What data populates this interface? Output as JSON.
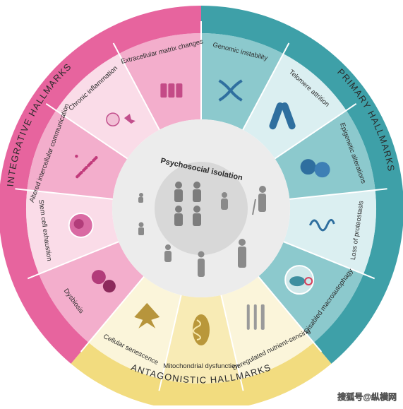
{
  "figure": {
    "center_title": "Psychosocial isolation",
    "watermark": "搜狐号@纵横网",
    "colors": {
      "integrative": "#e7649e",
      "primary": "#3ea0a8",
      "antagonistic": "#f2dc7f",
      "center": "#d8d8d8",
      "inner_ring": "#ececec"
    },
    "groups": [
      {
        "id": "primary",
        "title": "PRIMARY HALLMARKS"
      },
      {
        "id": "antagonistic",
        "title": "ANTAGONISTIC HALLMARKS"
      },
      {
        "id": "integrative",
        "title": "INTEGRATIVE HALLMARKS"
      }
    ],
    "hallmarks": [
      {
        "label": "Genomic instability",
        "group": "primary",
        "icon": "dna-helix-icon"
      },
      {
        "label": "Telomere attrition",
        "group": "primary",
        "icon": "chromosome-icon"
      },
      {
        "label": "Epigenetic alterations",
        "group": "primary",
        "icon": "nucleosome-icon"
      },
      {
        "label": "Loss of proteostasis",
        "group": "primary",
        "icon": "protein-fold-icon"
      },
      {
        "label": "Disabled macroautophagy",
        "group": "primary",
        "icon": "autophagosome-icon"
      },
      {
        "label": "Deregulated nutrient-sensing",
        "group": "antagonistic",
        "icon": "cutlery-icon"
      },
      {
        "label": "Mitochondrial dysfunction",
        "group": "antagonistic",
        "icon": "mitochondrion-icon"
      },
      {
        "label": "Cellular senescence",
        "group": "antagonistic",
        "icon": "withered-leaf-icon"
      },
      {
        "label": "Dysbiosis",
        "group": "integrative",
        "icon": "microbe-icon"
      },
      {
        "label": "Stem cell exhaustion",
        "group": "integrative",
        "icon": "stem-cell-icon"
      },
      {
        "label": "Altered intercellular communication",
        "group": "integrative",
        "icon": "signal-dots-icon"
      },
      {
        "label": "Chronic inflammation",
        "group": "integrative",
        "icon": "inflammation-cell-icon"
      },
      {
        "label": "Extracellular matrix changes",
        "group": "integrative",
        "icon": "matrix-tissue-icon"
      }
    ]
  }
}
